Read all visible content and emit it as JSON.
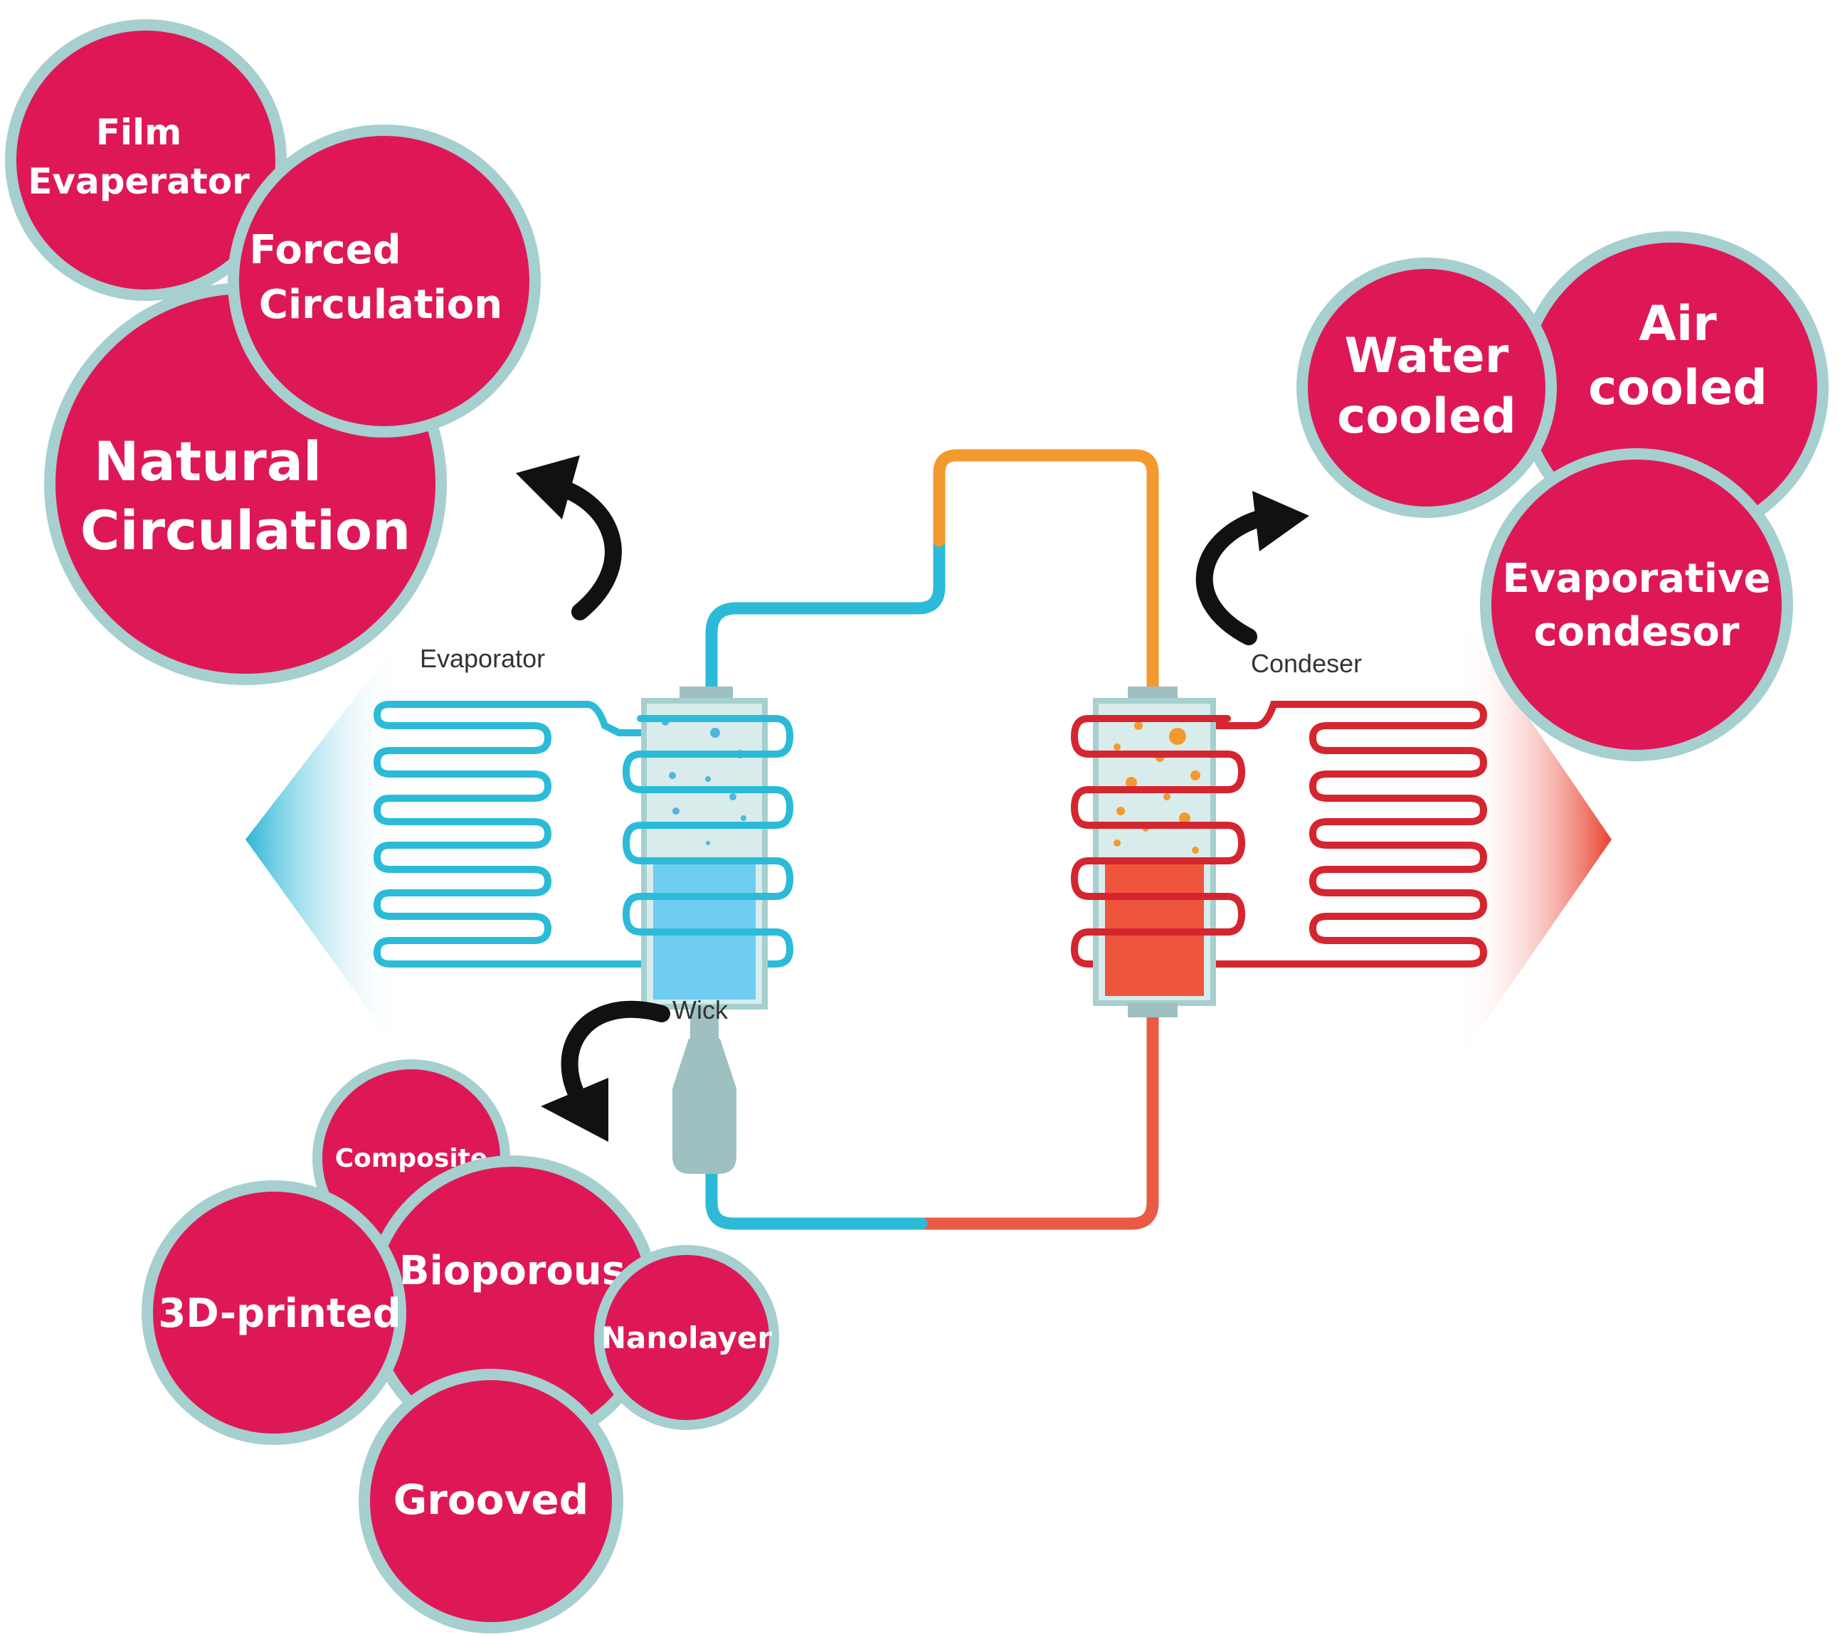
{
  "labels": {
    "evaporator": "Evaporator",
    "condenser": "Condeser",
    "wick": "Wick"
  },
  "bubbles": {
    "film_evaporator": [
      "Film",
      "Evaperator"
    ],
    "forced_circulation": [
      "Forced",
      "Circulation"
    ],
    "natural_circulation": [
      "Natural",
      "Circulation"
    ],
    "water_cooled": [
      "Water",
      "cooled"
    ],
    "air_cooled": [
      "Air",
      "cooled"
    ],
    "evaporative_condensor": [
      "Evaporative",
      "condesor"
    ],
    "composite": [
      "Composite"
    ],
    "bioporous": [
      "Bioporous"
    ],
    "printed_3d": [
      "3D-printed"
    ],
    "nanolayer": [
      "Nanolayer"
    ],
    "grooved": [
      "Grooved"
    ]
  },
  "colors": {
    "bubble_fill": "#de1856",
    "bubble_ring": "#a6cfcf",
    "cold": "#2bbbd8",
    "hot": "#d5252f",
    "vapor": "#f29a2e",
    "liquid_return": "#ea5a45",
    "wick": "#9ec0c0"
  }
}
